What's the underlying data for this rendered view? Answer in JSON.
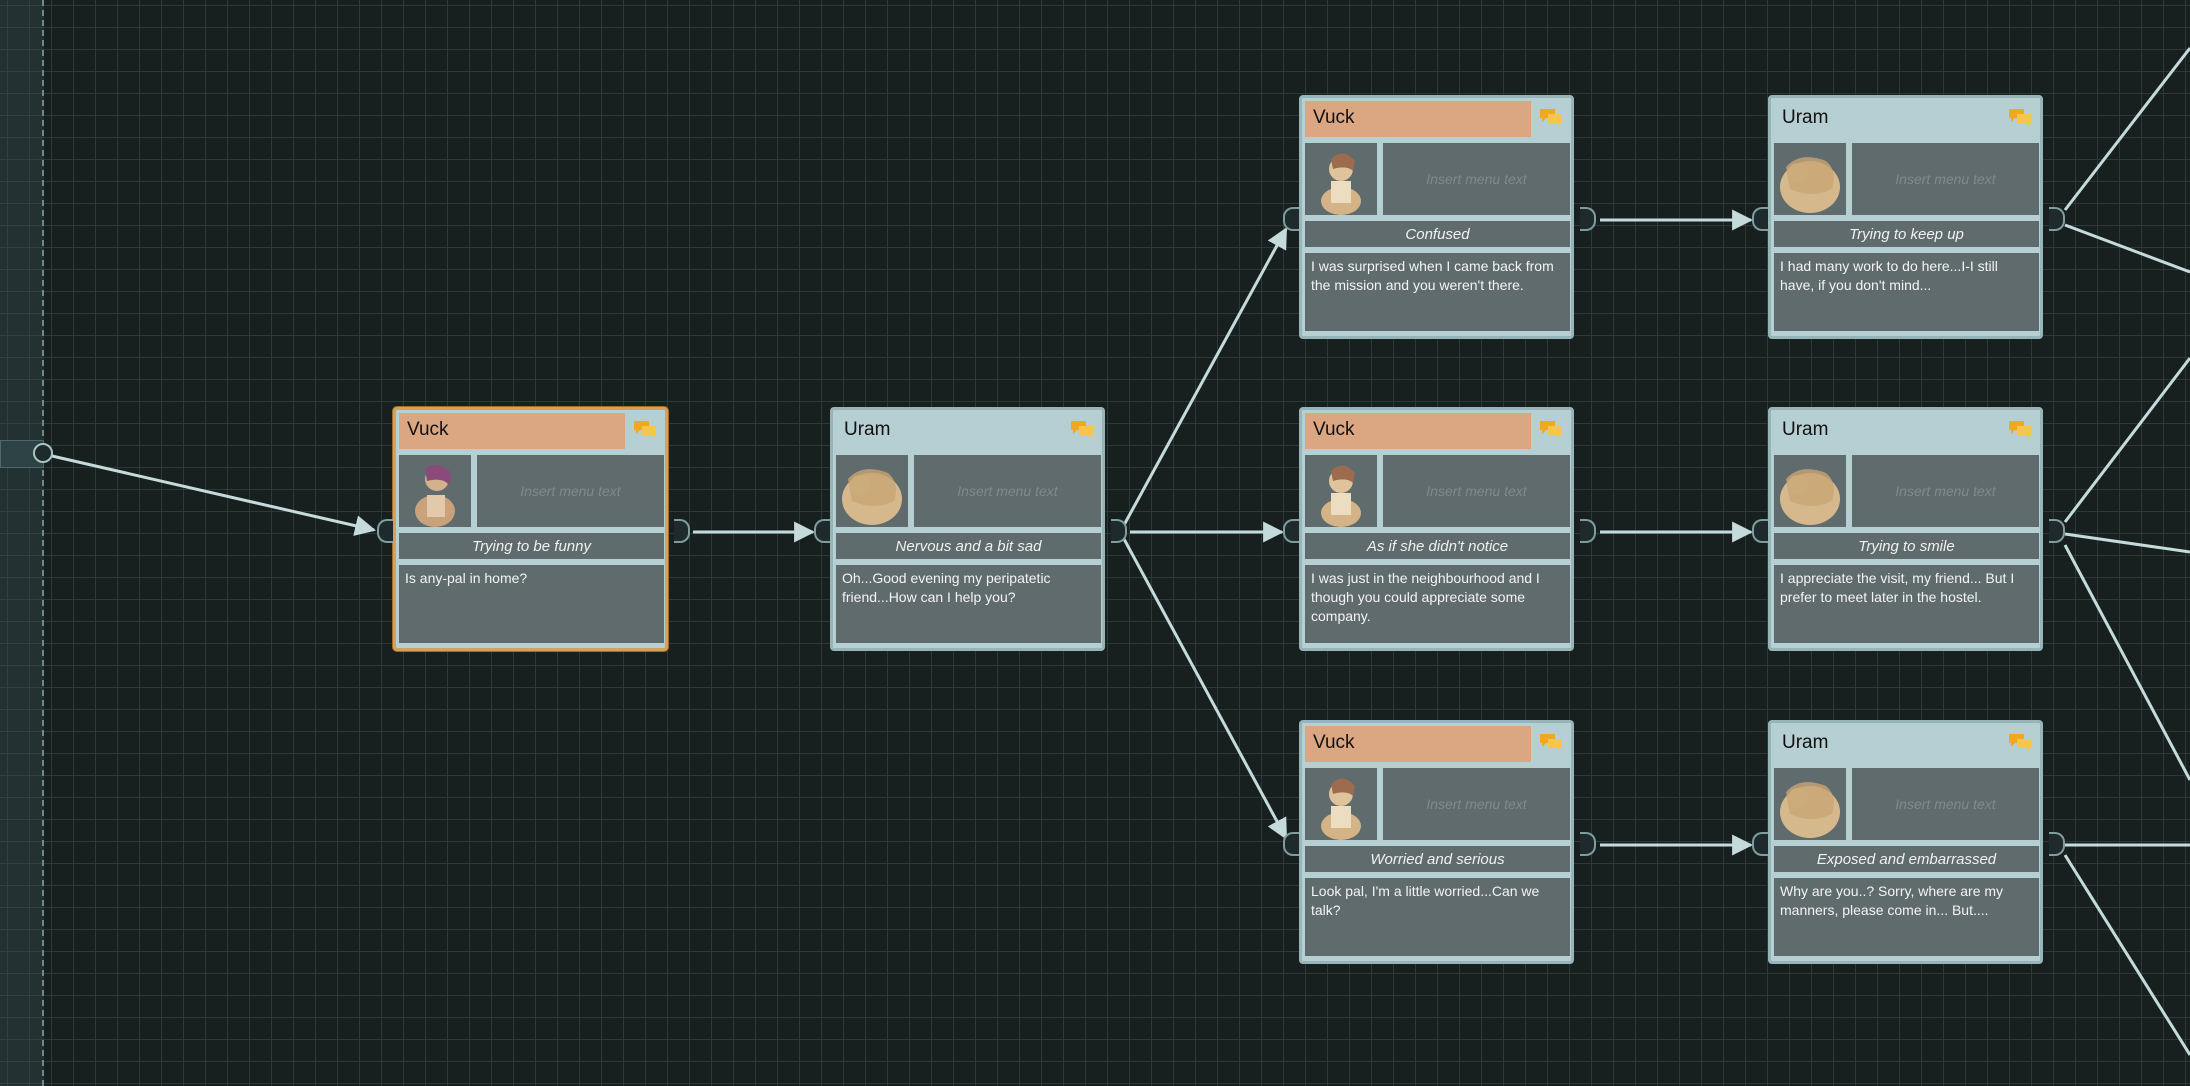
{
  "nodes": [
    {
      "speaker": "Vuck",
      "menu_placeholder": "Insert menu text",
      "mood": "Trying to be funny",
      "text": "Is any-pal in home?",
      "portrait": "vuck-portrait",
      "selected": true
    },
    {
      "speaker": "Uram",
      "menu_placeholder": "Insert menu text",
      "mood": "Nervous and a bit sad",
      "text": "Oh...Good evening my peripatetic friend...How can I help you?",
      "portrait": "uram-portrait"
    },
    {
      "speaker": "Vuck",
      "menu_placeholder": "Insert menu text",
      "mood": "Confused",
      "text": "I was surprised when I came back from the mission and you weren't there.",
      "portrait": "vuck-portrait"
    },
    {
      "speaker": "Uram",
      "menu_placeholder": "Insert menu text",
      "mood": "Trying to keep up",
      "text": "I had many work to do here...I-I still have, if you don't mind...",
      "portrait": "uram-portrait"
    },
    {
      "speaker": "Vuck",
      "menu_placeholder": "Insert menu text",
      "mood": "As if she didn't notice",
      "text": "I was just in the neighbourhood and I though you could appreciate some company.",
      "portrait": "vuck-portrait"
    },
    {
      "speaker": "Uram",
      "menu_placeholder": "Insert menu text",
      "mood": "Trying to smile",
      "text": "I appreciate the visit, my friend... But I prefer to meet later in the hostel.",
      "portrait": "uram-portrait"
    },
    {
      "speaker": "Vuck",
      "menu_placeholder": "Insert menu text",
      "mood": "Worried and serious",
      "text": "Look pal, I'm a little worried...Can we talk?",
      "portrait": "vuck-portrait"
    },
    {
      "speaker": "Uram",
      "menu_placeholder": "Insert menu text",
      "mood": "Exposed and embarrassed",
      "text": "Why are you..? Sorry, where are my manners, please come in... But....",
      "portrait": "uram-portrait"
    }
  ],
  "icons": {
    "node_icon": "speech-bubble-icon"
  },
  "colors": {
    "vuck_header": "#dba783",
    "uram_header": "#b6cfd3",
    "selected_border": "#d7a056",
    "connection_line": "#c5dadb",
    "canvas": "#18201f"
  }
}
